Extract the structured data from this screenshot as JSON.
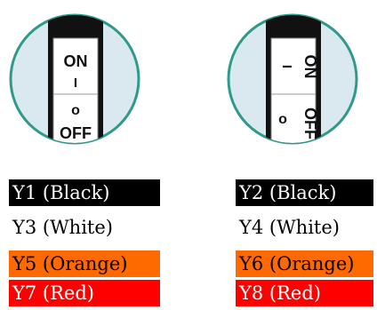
{
  "switch_left": {
    "on_label": "ON",
    "on_mark": "I",
    "off_mark": "o",
    "off_label": "OFF"
  },
  "switch_right": {
    "on_label": "ON",
    "on_mark": "I",
    "off_mark": "o",
    "off_label": "OFF"
  },
  "colors": {
    "black": "#000000",
    "white": "#ffffff",
    "orange": "#ff6a00",
    "red": "#ff0000",
    "circle_fill": "#d9e9ef",
    "circle_stroke": "#2f9a8a"
  },
  "wire_labels": {
    "y1": "Y1 (Black)",
    "y2": "Y2 (Black)",
    "y3": "Y3 (White)",
    "y4": "Y4 (White)",
    "y5": "Y5 (Orange)",
    "y6": "Y6 (Orange)",
    "y7": "Y7 (Red)",
    "y8": "Y8 (Red)"
  }
}
